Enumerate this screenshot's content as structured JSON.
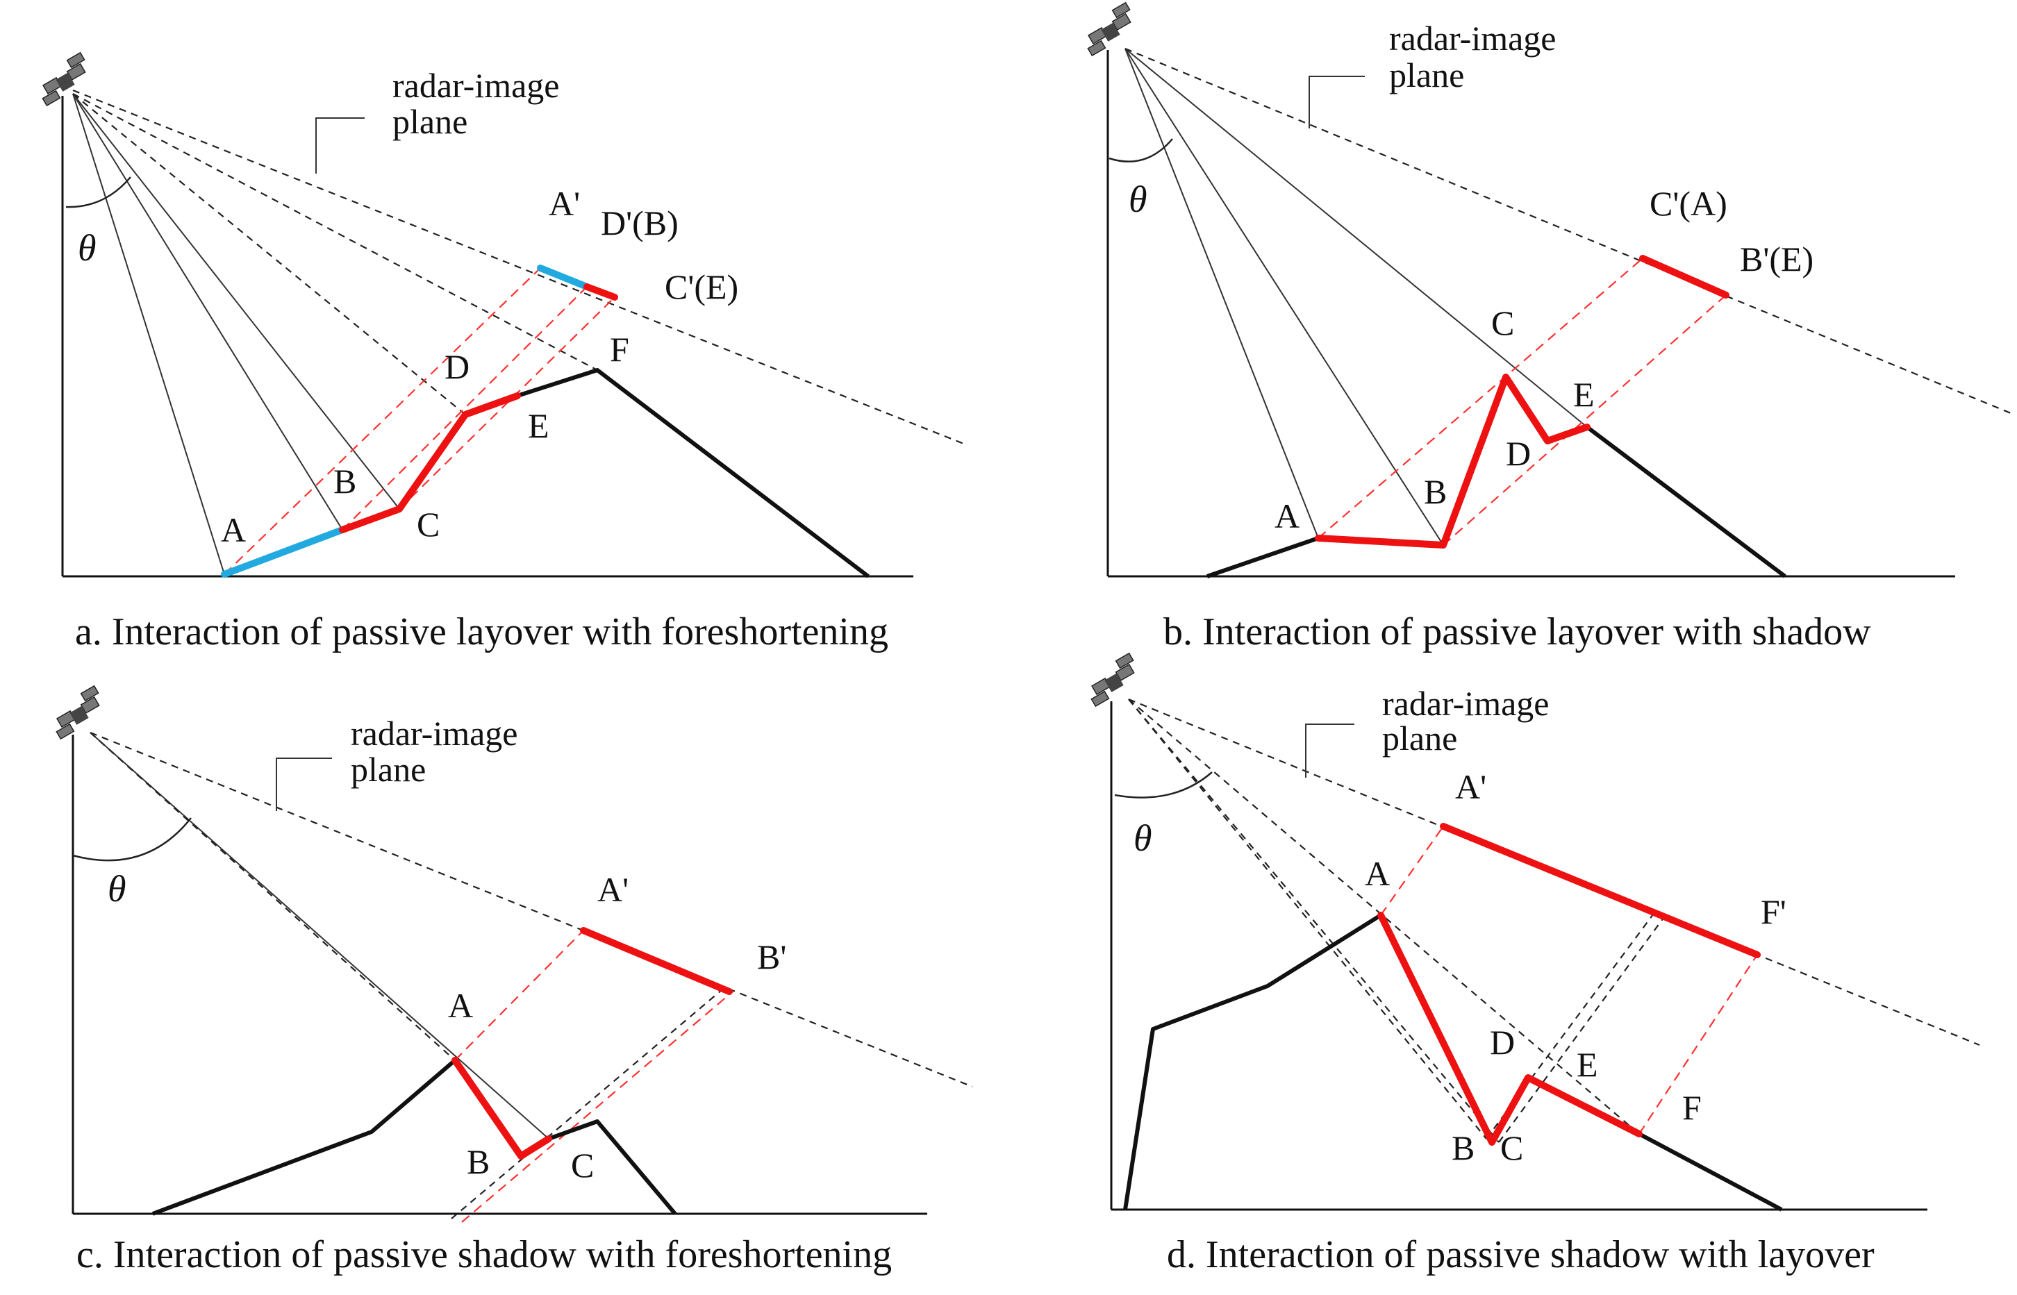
{
  "panels": [
    {
      "id": "a",
      "caption": "a. Interaction of passive layover with foreshortening",
      "plane_label_line1": "radar-image",
      "plane_label_line2": "plane",
      "angle_symbol": "θ",
      "points": {
        "A": "A",
        "B": "B",
        "C": "C",
        "D": "D",
        "E": "E",
        "F": "F",
        "A_prime": "A'",
        "D_prime_B": "D'(B)",
        "C_prime_E": "C'(E)"
      },
      "segment_colors": {
        "layover": "#22aae0",
        "foreshortening": "#ee1111"
      }
    },
    {
      "id": "b",
      "caption": "b. Interaction of passive layover with shadow",
      "plane_label_line1": "radar-image",
      "plane_label_line2": "plane",
      "angle_symbol": "θ",
      "points": {
        "A": "A",
        "B": "B",
        "C": "C",
        "D": "D",
        "E": "E",
        "C_prime_A": "C'(A)",
        "B_prime_E": "B'(E)"
      }
    },
    {
      "id": "c",
      "caption": "c. Interaction of passive shadow with foreshortening",
      "plane_label_line1": "radar-image",
      "plane_label_line2": "plane",
      "angle_symbol": "θ",
      "points": {
        "A": "A",
        "B": "B",
        "C": "C",
        "A_prime": "A'",
        "B_prime": "B'"
      }
    },
    {
      "id": "d",
      "caption": "d. Interaction of passive shadow with layover",
      "plane_label_line1": "radar-image",
      "plane_label_line2": "plane",
      "angle_symbol": "θ",
      "points": {
        "A": "A",
        "B": "B",
        "C": "C",
        "D": "D",
        "E": "E",
        "F": "F",
        "A_prime": "A'",
        "F_prime": "F'"
      }
    }
  ],
  "icons": {
    "satellite": "satellite-icon"
  }
}
